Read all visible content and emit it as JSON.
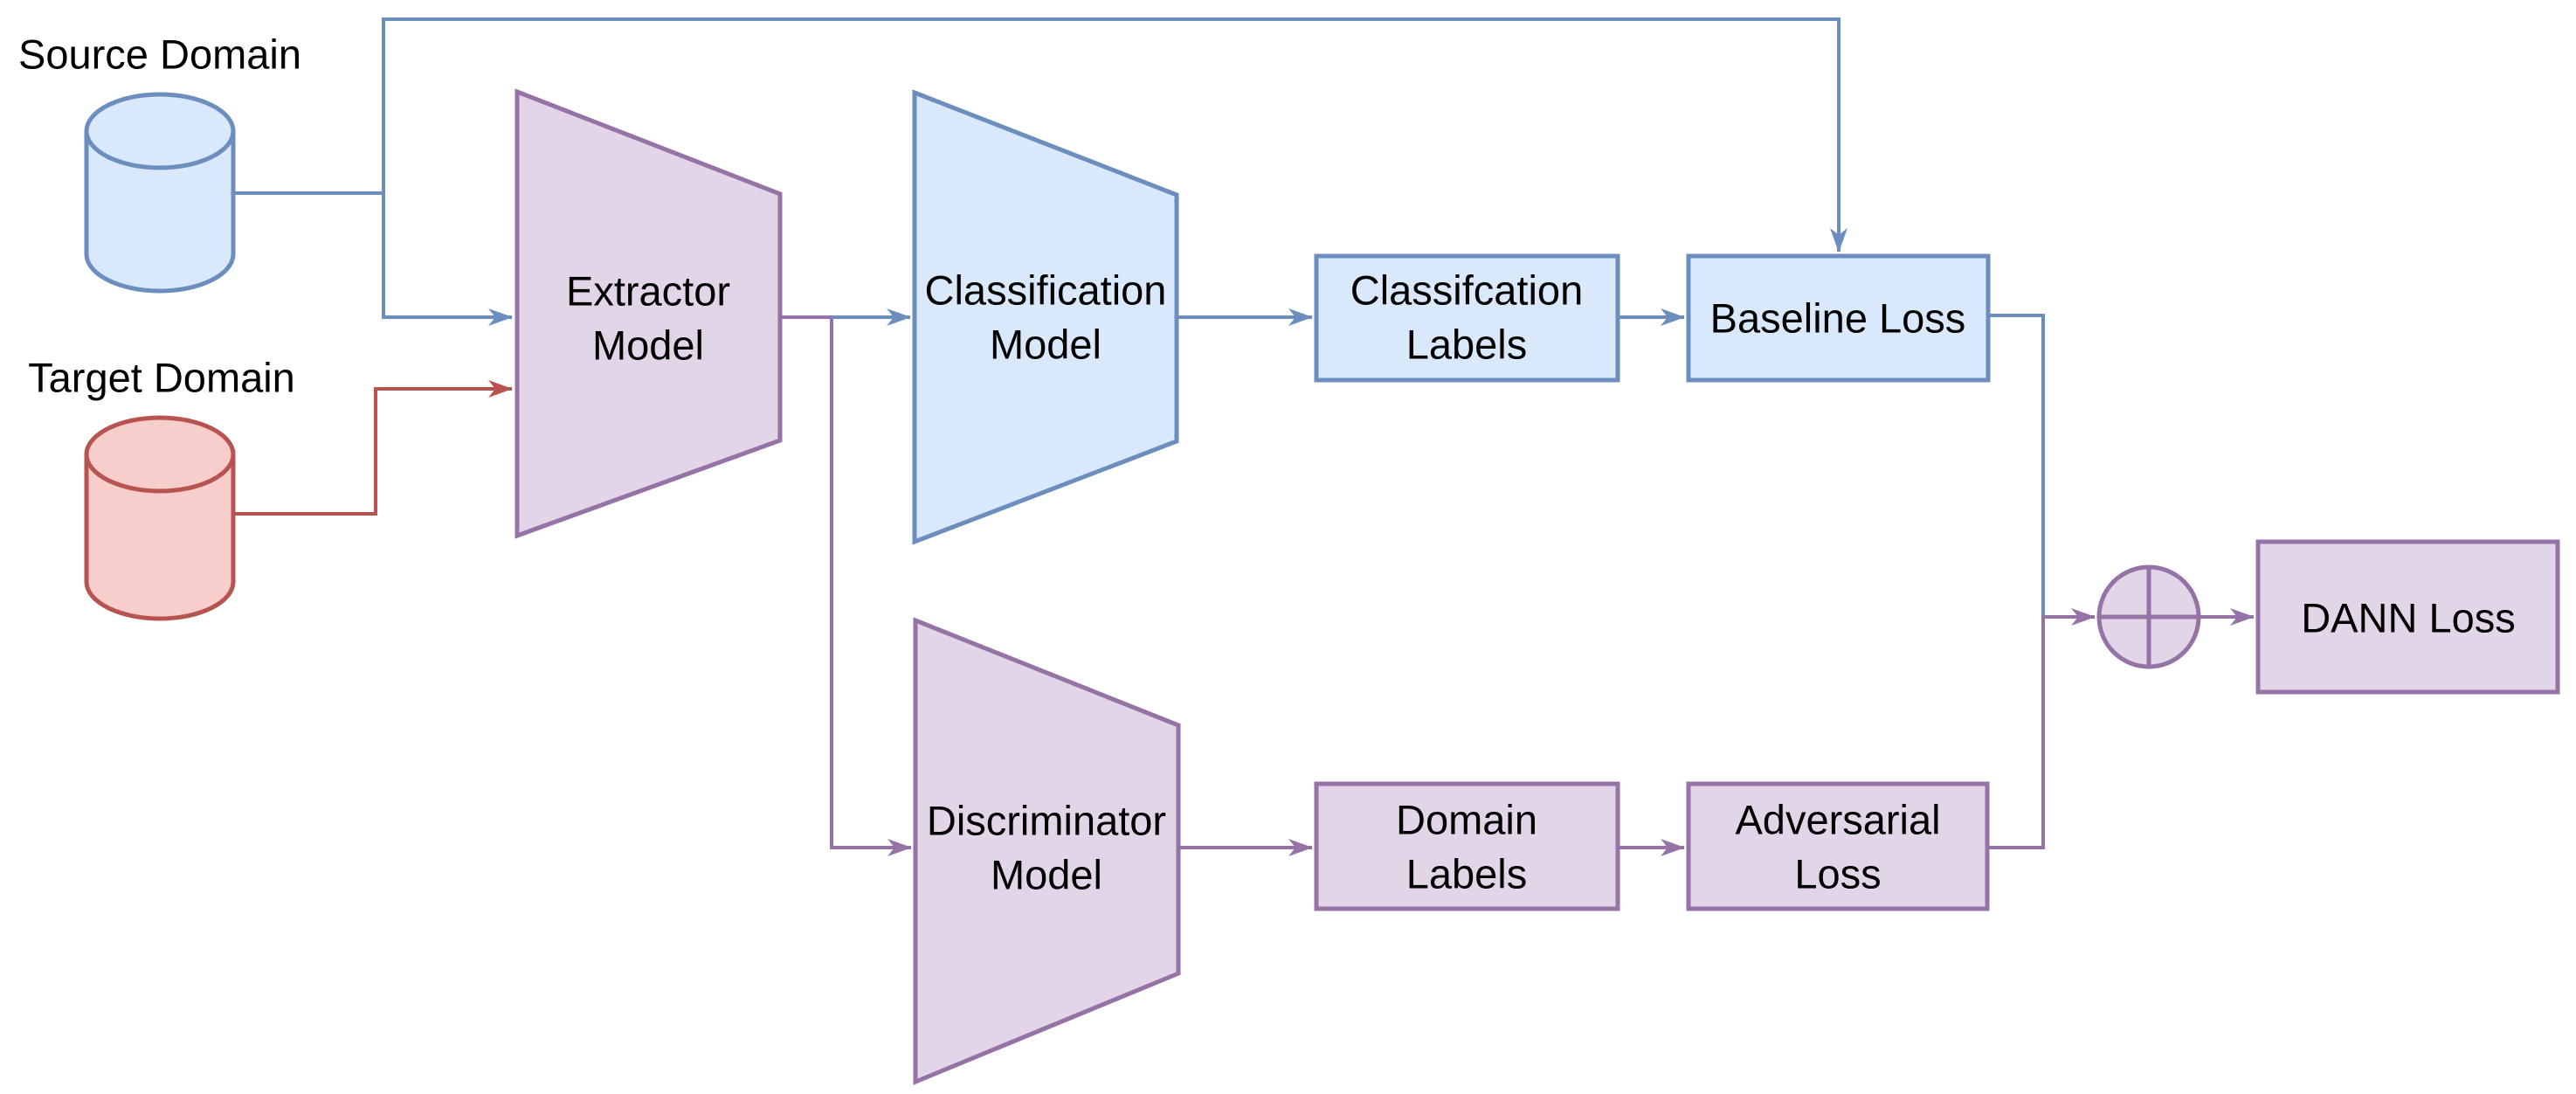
{
  "palette": {
    "background": "#ffffff",
    "text_color": "#000000",
    "blue_fill": "#dae8fc",
    "blue_stroke": "#6c8ebf",
    "red_fill": "#f8cecc",
    "red_stroke": "#b85450",
    "purple_fill": "#e1d5e7",
    "purple_stroke": "#9673a6"
  },
  "nodes": {
    "source_domain": {
      "label": "Source Domain",
      "shape": "cylinder",
      "color": "blue"
    },
    "target_domain": {
      "label": "Target Domain",
      "shape": "cylinder",
      "color": "red"
    },
    "extractor_model": {
      "line1": "Extractor",
      "line2": "Model",
      "shape": "trapezoid",
      "color": "purple"
    },
    "classification_model": {
      "line1": "Classification",
      "line2": "Model",
      "shape": "trapezoid",
      "color": "blue"
    },
    "discriminator_model": {
      "line1": "Discriminator",
      "line2": "Model",
      "shape": "trapezoid",
      "color": "purple"
    },
    "classification_labels": {
      "line1": "Classifcation",
      "line2": "Labels",
      "shape": "rect",
      "color": "blue"
    },
    "baseline_loss": {
      "label": "Baseline Loss",
      "shape": "rect",
      "color": "blue"
    },
    "domain_labels": {
      "line1": "Domain",
      "line2": "Labels",
      "shape": "rect",
      "color": "purple"
    },
    "adversarial_loss": {
      "line1": "Adversarial",
      "line2": "Loss",
      "shape": "rect",
      "color": "purple"
    },
    "sum_node": {
      "icon": "circled-plus",
      "shape": "circle",
      "color": "purple"
    },
    "dann_loss": {
      "label": "DANN Loss",
      "shape": "rect",
      "color": "purple"
    }
  },
  "edges": [
    {
      "from": "source_domain",
      "to": "extractor_model",
      "color": "blue",
      "arrow": true
    },
    {
      "from": "source_domain",
      "to": "baseline_loss",
      "color": "blue",
      "arrow": true
    },
    {
      "from": "target_domain",
      "to": "extractor_model",
      "color": "red",
      "arrow": true
    },
    {
      "from": "extractor_model",
      "to": "classification_model",
      "color": "purple-then-blue",
      "arrow": true
    },
    {
      "from": "extractor_model",
      "to": "discriminator_model",
      "color": "purple",
      "arrow": true
    },
    {
      "from": "classification_model",
      "to": "classification_labels",
      "color": "blue",
      "arrow": true
    },
    {
      "from": "classification_labels",
      "to": "baseline_loss",
      "color": "blue",
      "arrow": true
    },
    {
      "from": "baseline_loss",
      "to": "sum_node",
      "color": "blue",
      "arrow": false
    },
    {
      "from": "discriminator_model",
      "to": "domain_labels",
      "color": "purple",
      "arrow": true
    },
    {
      "from": "domain_labels",
      "to": "adversarial_loss",
      "color": "purple",
      "arrow": true
    },
    {
      "from": "adversarial_loss",
      "to": "sum_node",
      "color": "purple",
      "arrow": true
    },
    {
      "from": "sum_node",
      "to": "dann_loss",
      "color": "purple",
      "arrow": true
    }
  ]
}
